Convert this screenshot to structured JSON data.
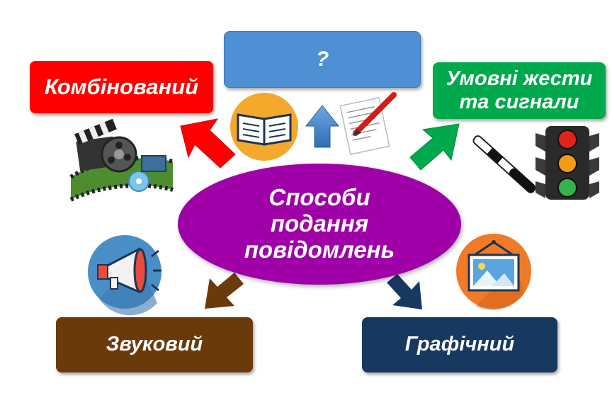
{
  "center": {
    "lines": [
      "Способи",
      "подання",
      "повідомлень"
    ]
  },
  "nodes": {
    "top": {
      "label": "?",
      "color": "#4f8fd3"
    },
    "combined": {
      "label": "Комбінований",
      "color": "#ff0000"
    },
    "gestures": {
      "lines": [
        "Умовні жести",
        "та сигнали"
      ],
      "color": "#00a94b"
    },
    "sound": {
      "label": "Звуковий",
      "color": "#6b3a0c"
    },
    "graphic": {
      "label": "Графічний",
      "color": "#17385f"
    }
  },
  "center_color": "#a000a8",
  "icons": [
    "film-reel-icon",
    "book-icon",
    "document-pen-icon",
    "traffic-light-icon",
    "police-baton-icon",
    "megaphone-icon",
    "picture-icon"
  ]
}
